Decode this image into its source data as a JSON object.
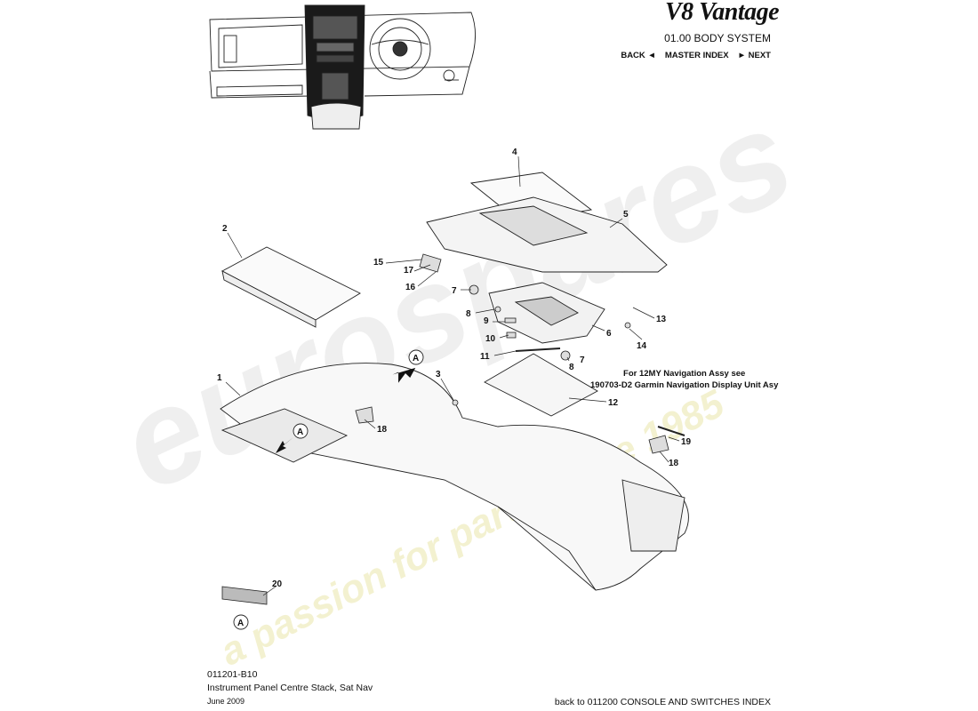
{
  "header": {
    "brand": "V8 Vantage",
    "system": "01.00 BODY SYSTEM",
    "nav": {
      "back": "BACK ◄",
      "master_index": "MASTER INDEX",
      "next": "► NEXT"
    }
  },
  "note": {
    "line1": "For 12MY Navigation Assy see",
    "line2": "190703-D2 Garmin Navigation Display Unit Asy"
  },
  "callouts": {
    "c1": "1",
    "c2": "2",
    "c3": "3",
    "c4": "4",
    "c5": "5",
    "c6": "6",
    "c7a": "7",
    "c7b": "7",
    "c8a": "8",
    "c8b": "8",
    "c9": "9",
    "c10": "10",
    "c11": "11",
    "c12": "12",
    "c13": "13",
    "c14": "14",
    "c15": "15",
    "c16": "16",
    "c17": "17",
    "c18a": "18",
    "c18b": "18",
    "c19": "19",
    "c20": "20",
    "a1": "A",
    "a2": "A",
    "a3": "A"
  },
  "footer": {
    "code": "011201-B10",
    "title": "Instrument Panel Centre Stack, Sat Nav",
    "date": "June 2009",
    "back_link": "back to 011200 CONSOLE AND SWITCHES INDEX"
  },
  "watermark": {
    "brand": "eurospares",
    "tagline": "a passion for parts since 1985"
  }
}
